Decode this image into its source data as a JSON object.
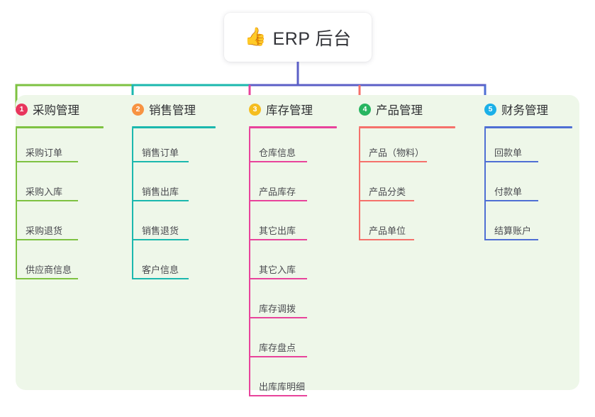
{
  "root": {
    "icon": "thumbs-up-icon",
    "emoji": "👍",
    "title": "ERP 后台"
  },
  "canvas": {
    "background": "#ffffff",
    "panel_background": "#eef7e9"
  },
  "columns": [
    {
      "index": "1",
      "title": "采购管理",
      "badge_color": "#e8365d",
      "line_color": "#7ec242",
      "items": [
        "采购订单",
        "采购入库",
        "采购退货",
        "供应商信息"
      ]
    },
    {
      "index": "2",
      "title": "销售管理",
      "badge_color": "#f79342",
      "line_color": "#1bb8ae",
      "items": [
        "销售订单",
        "销售出库",
        "销售退货",
        "客户信息"
      ]
    },
    {
      "index": "3",
      "title": "库存管理",
      "badge_color": "#f5bd1f",
      "line_color": "#e8439b",
      "items": [
        "仓库信息",
        "产品库存",
        "其它出库",
        "其它入库",
        "库存调拨",
        "库存盘点",
        "出库库明细"
      ]
    },
    {
      "index": "4",
      "title": "产品管理",
      "badge_color": "#27b560",
      "line_color": "#f5716b",
      "items": [
        "产品（物料）",
        "产品分类",
        "产品单位"
      ]
    },
    {
      "index": "5",
      "title": "财务管理",
      "badge_color": "#1bb0e8",
      "line_color": "#4f6fd4",
      "items": [
        "回款单",
        "付款单",
        "结算账户"
      ]
    }
  ],
  "connectors": {
    "trunk_color": "#5b5fc7",
    "bus_segment_colors": [
      "#7ec242",
      "#1bb8ae",
      "#5b5fc7",
      "#5b5fc7"
    ],
    "drop_colors": [
      "#7ec242",
      "#1bb8ae",
      "#e8439b",
      "#f5716b",
      "#4f6fd4"
    ]
  }
}
